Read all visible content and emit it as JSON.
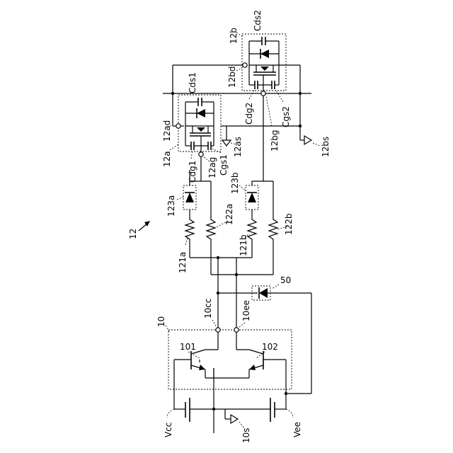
{
  "labels": {
    "cds2": "Cds2",
    "b12": "12b",
    "bd12": "12bd",
    "cds1": "Cds1",
    "ad12": "12ad",
    "a12": "12a",
    "cdg2": "Cdg2",
    "cgs2": "Cgs2",
    "bg12": "12bg",
    "bs12": "12bs",
    "as12": "12as",
    "cgs1": "Cgs1",
    "ag12": "12ag",
    "cdg1": "Cdg1",
    "b123": "123b",
    "a123": "123a",
    "a122": "122a",
    "b122": "122b",
    "a121": "121a",
    "b121": "121b",
    "main12": "12",
    "n50": "50",
    "cc10": "10cc",
    "ee10": "10ee",
    "n10": "10",
    "n101": "101",
    "n102": "102",
    "vcc": "Vcc",
    "vee": "Vee",
    "s10": "10s"
  }
}
